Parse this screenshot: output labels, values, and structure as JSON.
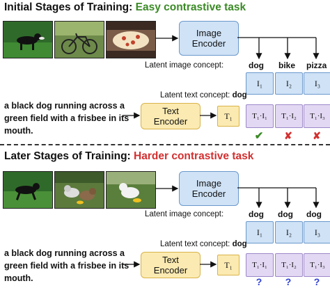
{
  "sections": [
    {
      "title_prefix": "Initial Stages of Training:",
      "title_highlight": "Easy contrastive task",
      "highlight_color": "#3a8a25",
      "images": [
        "dog-frisbee-photo",
        "bicycle-photo",
        "pizza-photo"
      ],
      "image_encoder_label": "Image Encoder",
      "latent_image_label": "Latent image concept:",
      "concepts": [
        "dog",
        "bike",
        "pizza"
      ],
      "image_tokens": [
        "I₁",
        "I₂",
        "I₃"
      ],
      "caption": "a black dog running across a green field with a frisbee in its mouth.",
      "text_encoder_label": "Text Encoder",
      "latent_text_label": "Latent text concept:",
      "text_concept": "dog",
      "text_token": "T₁",
      "products": [
        "T₁·I₁",
        "T₁·I₂",
        "T₁·I₃"
      ],
      "marks": [
        "✔",
        "✘",
        "✘"
      ]
    },
    {
      "title_prefix": "Later Stages of Training:",
      "title_highlight": "Harder contrastive task",
      "highlight_color": "#d32f2f",
      "images": [
        "dog-running-photo",
        "dogs-playing-photo",
        "dog-frisbee-white-photo"
      ],
      "image_encoder_label": "Image Encoder",
      "latent_image_label": "Latent image concept:",
      "concepts": [
        "dog",
        "dog",
        "dog"
      ],
      "image_tokens": [
        "I₁",
        "I₂",
        "I₃"
      ],
      "caption": "a black dog running across a green field with a frisbee in its mouth.",
      "text_encoder_label": "Text Encoder",
      "latent_text_label": "Latent text concept:",
      "text_concept": "dog",
      "text_token": "T₁",
      "products": [
        "T₁·I₁",
        "T₁·I₂",
        "T₁·I₃"
      ],
      "marks": [
        "?",
        "?",
        "?"
      ]
    }
  ],
  "colors": {
    "image_encoder_fill": "#cfe2f6",
    "text_encoder_fill": "#fbeab1",
    "product_fill": "#e3d8f3",
    "check": "#3a8a25",
    "cross": "#d32f2f",
    "question": "#2e3fd6"
  }
}
